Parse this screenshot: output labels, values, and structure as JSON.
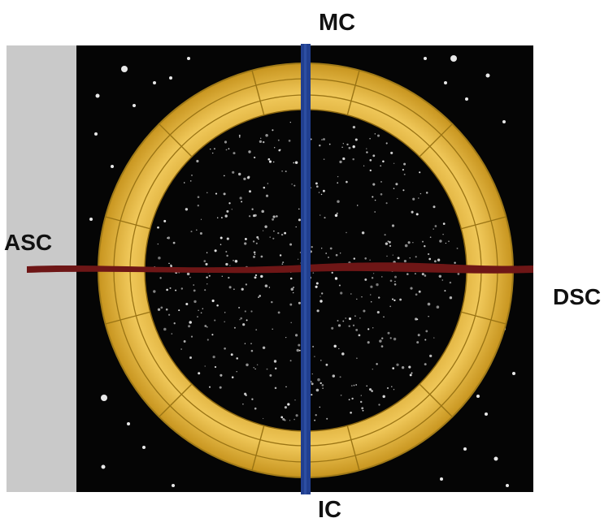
{
  "labels": {
    "mc": "MC",
    "ic": "IC",
    "asc": "ASC",
    "dsc": "DSC"
  },
  "colors": {
    "sky": "#050505",
    "side_panel": "#c9c9c9",
    "ring_gold": "#e3b83e",
    "ring_line": "#9a7414",
    "meridian": "#213f8f",
    "horizon": "#6e1616",
    "star": "#e8e8e8"
  },
  "diagram": {
    "house_cusps_count": 12,
    "ring_division_circles": 3
  }
}
